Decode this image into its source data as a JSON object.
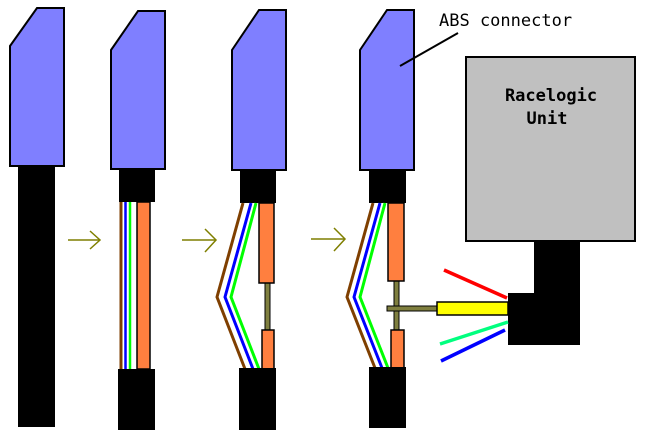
{
  "labels": {
    "abs_connector": "ABS connector",
    "unit_line1": "Racelogic",
    "unit_line2": "Unit"
  },
  "colors": {
    "connector": "#7f7fff",
    "cable": "#000000",
    "brown_wire": "#7f3f00",
    "blue_wire": "#0000ff",
    "green_wire": "#00ff00",
    "orange_wire": "#ff7f3f",
    "olive_wire": "#7f7f3f",
    "yellow_wire": "#ffff00",
    "red_wire": "#ff0000",
    "aqua_wire": "#00ff7f",
    "unit_box": "#c0c0c0",
    "arrow": "#7f7f00"
  }
}
